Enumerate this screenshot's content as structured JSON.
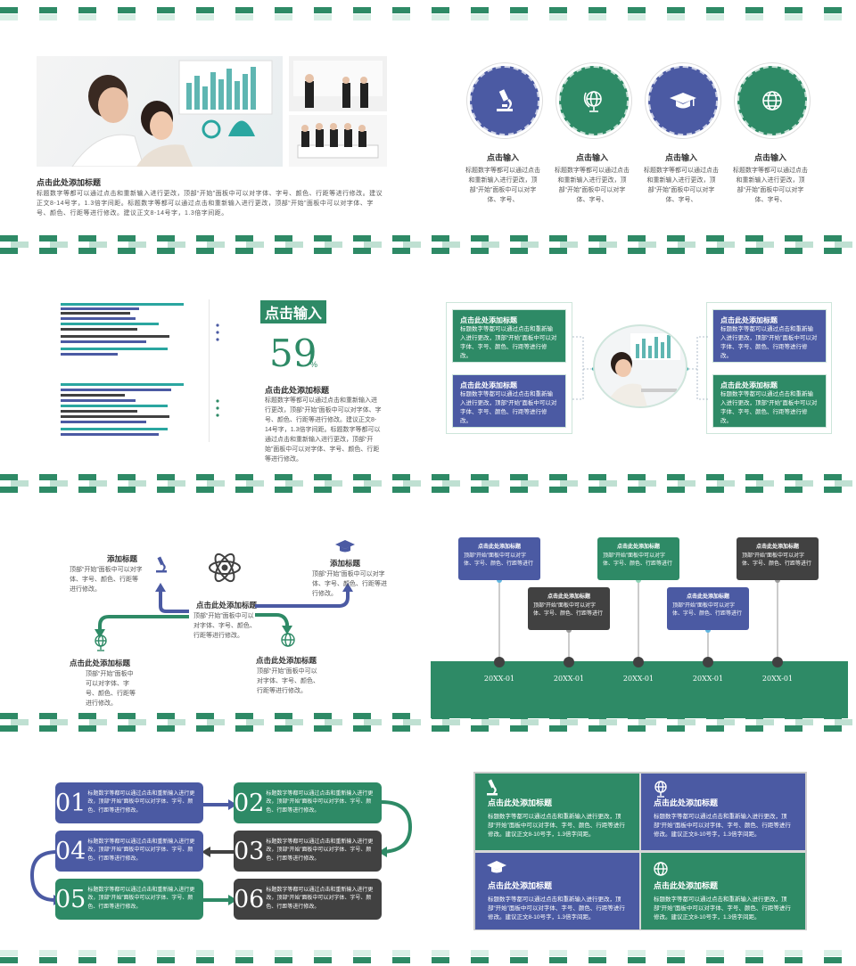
{
  "colors": {
    "green": "#2e8a66",
    "indigo": "#4b5aa3",
    "dark": "#414141",
    "teal": "#2aa6a0"
  },
  "s1": {
    "title": "点击此处添加标题",
    "body": "标题数字等都可以通过点击和重新输入进行更改，顶部“开始”面板中可以对字体、字号、颜色、行距等进行修改。建议正文8-14号字，1.3倍字间距。标题数字等都可以通过点击和重新输入进行更改，顶部“开始”面板中可以对字体、字号、颜色、行距等进行修改。建议正文8-14号字，1.3倍字间距。"
  },
  "s2": {
    "items": [
      {
        "title": "点击输入",
        "body": "标题数字等都可以通过点击和重新输入进行更改，顶部“开始”面板中可以对字体、字号、",
        "icon": "microscope-icon"
      },
      {
        "title": "点击输入",
        "body": "标题数字等都可以通过点击和重新输入进行更改，顶部“开始”面板中可以对字体、字号、",
        "icon": "globe-icon"
      },
      {
        "title": "点击输入",
        "body": "标题数字等都可以通过点击和重新输入进行更改，顶部“开始”面板中可以对字体、字号、",
        "icon": "graduation-cap-icon"
      },
      {
        "title": "点击输入",
        "body": "标题数字等都可以通过点击和重新输入进行更改，顶部“开始”面板中可以对字体、字号、",
        "icon": "world-icon"
      }
    ]
  },
  "s3": {
    "badge": "点击输入",
    "percent": "59",
    "percent_sign": "%",
    "title": "点击此处添加标题",
    "body": "标题数字等都可以通过点击和重新输入进行更改，顶部“开始”面板中可以对字体、字号、颜色、行距等进行修改。建议正文8-14号字，1.3倍字间距。标题数字等都可以通过点击和重新输入进行更改，顶部“开始”面板中可以对字体、字号、颜色、行距等进行修改。"
  },
  "s4": {
    "boxes": [
      {
        "title": "点击此处添加标题",
        "body": "标题数字等都可以通过点击和重新输入进行更改，顶部“开始”面板中可以对字体、字号、颜色、行距等进行修改。"
      },
      {
        "title": "点击此处添加标题",
        "body": "标题数字等都可以通过点击和重新输入进行更改，顶部“开始”面板中可以对字体、字号、颜色、行距等进行修改。"
      },
      {
        "title": "点击此处添加标题",
        "body": "标题数字等都可以通过点击和重新输入进行更改，顶部“开始”面板中可以对字体、字号、颜色、行距等进行修改。"
      },
      {
        "title": "点击此处添加标题",
        "body": "标题数字等都可以通过点击和重新输入进行更改，顶部“开始”面板中可以对字体、字号、颜色、行距等进行修改。"
      }
    ]
  },
  "s5": {
    "center_title": "点击此处添加标题",
    "center_body": "顶部“开始”面板中可以对字体、字号、颜色、行距等进行修改。",
    "tl_title": "添加标题",
    "tl_body": "顶部“开始”面板中可以对字体、字号、颜色、行距等进行修改。",
    "tr_title": "添加标题",
    "tr_body": "顶部“开始”面板中可以对字体、字号、颜色、行距等进行修改。",
    "bl_title": "点击此处添加标题",
    "bl_body": "顶部“开始”面板中可以对字体、字号、颜色、行距等进行修改。",
    "br_title": "点击此处添加标题",
    "br_body": "顶部“开始”面板中可以对字体、字号、颜色、行距等进行修改。"
  },
  "s6": {
    "cards": [
      {
        "title": "点击此处添加标题",
        "body": "顶部“开始”面板中可以对字体、字号、颜色、行距等进行"
      },
      {
        "title": "点击此处添加标题",
        "body": "顶部“开始”面板中可以对字体、字号、颜色、行距等进行"
      },
      {
        "title": "点击此处添加标题",
        "body": "顶部“开始”面板中可以对字体、字号、颜色、行距等进行"
      },
      {
        "title": "点击此处添加标题",
        "body": "顶部“开始”面板中可以对字体、字号、颜色、行距等进行"
      },
      {
        "title": "点击此处添加标题",
        "body": "顶部“开始”面板中可以对字体、字号、颜色、行距等进行"
      }
    ],
    "dates": [
      "20XX-01",
      "20XX-01",
      "20XX-01",
      "20XX-01",
      "20XX-01"
    ]
  },
  "s7": {
    "steps": [
      {
        "num": "01",
        "body": "标题数字等都可以通过点击和重新输入进行更改，顶部“开始”面板中可以对字体、字号、颜色、行距等进行修改。"
      },
      {
        "num": "02",
        "body": "标题数字等都可以通过点击和重新输入进行更改，顶部“开始”面板中可以对字体、字号、颜色、行距等进行修改。"
      },
      {
        "num": "03",
        "body": "标题数字等都可以通过点击和重新输入进行更改，顶部“开始”面板中可以对字体、字号、颜色、行距等进行修改。"
      },
      {
        "num": "04",
        "body": "标题数字等都可以通过点击和重新输入进行更改，顶部“开始”面板中可以对字体、字号、颜色、行距等进行修改。"
      },
      {
        "num": "05",
        "body": "标题数字等都可以通过点击和重新输入进行更改，顶部“开始”面板中可以对字体、字号、颜色、行距等进行修改。"
      },
      {
        "num": "06",
        "body": "标题数字等都可以通过点击和重新输入进行更改，顶部“开始”面板中可以对字体、字号、颜色、行距等进行修改。"
      }
    ]
  },
  "s8": {
    "cells": [
      {
        "title": "点击此处添加标题",
        "body": "标题数字等都可以通过点击和重新输入进行更改，顶部“开始”面板中可以对字体、字号、颜色、行距等进行修改。建议正文8-10号字，1.3倍字间距。"
      },
      {
        "title": "点击此处添加标题",
        "body": "标题数字等都可以通过点击和重新输入进行更改，顶部“开始”面板中可以对字体、字号、颜色、行距等进行修改。建议正文8-10号字，1.3倍字间距。"
      },
      {
        "title": "点击此处添加标题",
        "body": "标题数字等都可以通过点击和重新输入进行更改，顶部“开始”面板中可以对字体、字号、颜色、行距等进行修改。建议正文8-10号字，1.3倍字间距。"
      },
      {
        "title": "点击此处添加标题",
        "body": "标题数字等都可以通过点击和重新输入进行更改，顶部“开始”面板中可以对字体、字号、颜色、行距等进行修改。建议正文8-10号字，1.3倍字间距。"
      }
    ]
  }
}
